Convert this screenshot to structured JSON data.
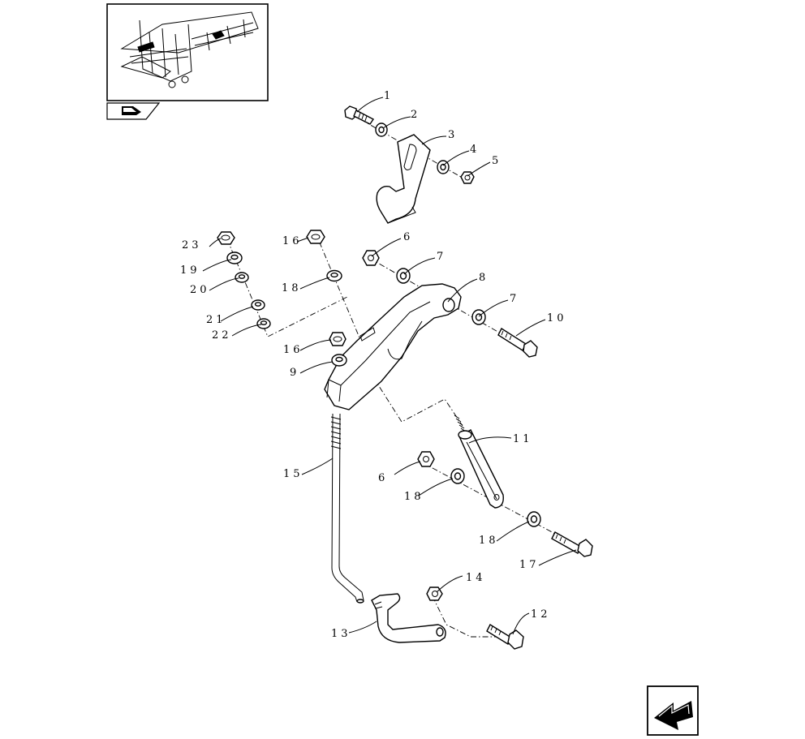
{
  "callouts": [
    {
      "id": "c1",
      "text": "1"
    },
    {
      "id": "c2",
      "text": "2"
    },
    {
      "id": "c3",
      "text": "3"
    },
    {
      "id": "c4",
      "text": "4"
    },
    {
      "id": "c5",
      "text": "5"
    },
    {
      "id": "c6a",
      "text": "6"
    },
    {
      "id": "c7a",
      "text": "7"
    },
    {
      "id": "c8",
      "text": "8"
    },
    {
      "id": "c7b",
      "text": "7"
    },
    {
      "id": "c10",
      "text": "10"
    },
    {
      "id": "c23",
      "text": "23"
    },
    {
      "id": "c19",
      "text": "19"
    },
    {
      "id": "c20",
      "text": "20"
    },
    {
      "id": "c21",
      "text": "21"
    },
    {
      "id": "c22",
      "text": "22"
    },
    {
      "id": "c16a",
      "text": "16"
    },
    {
      "id": "c18a",
      "text": "18"
    },
    {
      "id": "c16b",
      "text": "16"
    },
    {
      "id": "c9",
      "text": "9"
    },
    {
      "id": "c11",
      "text": "11"
    },
    {
      "id": "c15",
      "text": "15"
    },
    {
      "id": "c6b",
      "text": "6"
    },
    {
      "id": "c18b",
      "text": "18"
    },
    {
      "id": "c18c",
      "text": "18"
    },
    {
      "id": "c17",
      "text": "17"
    },
    {
      "id": "c14",
      "text": "14"
    },
    {
      "id": "c12",
      "text": "12"
    },
    {
      "id": "c13",
      "text": "13"
    }
  ],
  "icons": {
    "thumbnail": "tractor-frame-thumbnail-icon",
    "book": "book-reference-icon",
    "nav": "next-page-arrow-icon"
  }
}
